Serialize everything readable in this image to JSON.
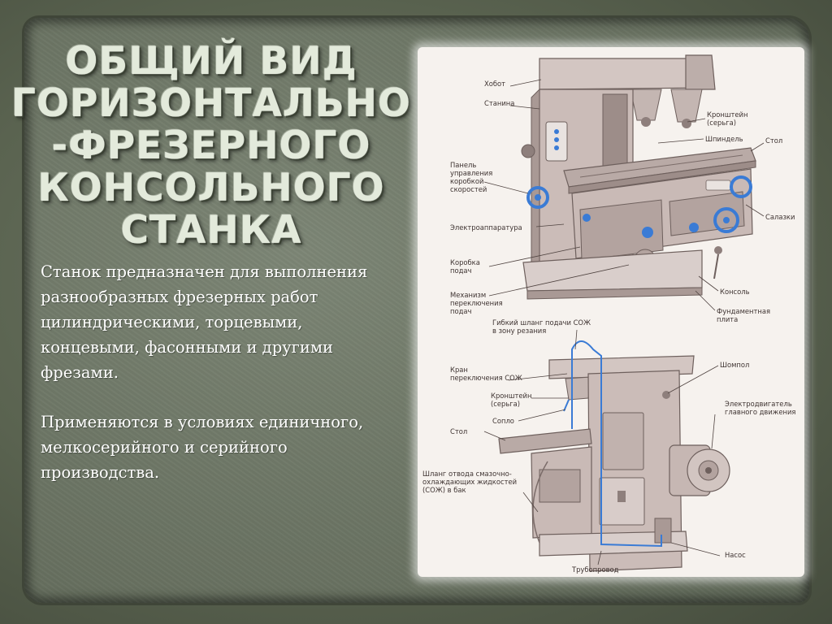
{
  "title": {
    "line1": "ОБЩИЙ ВИД",
    "line2": "ГОРИЗОНТАЛЬНО",
    "line3": "-ФРЕЗЕРНОГО",
    "line4": "КОНСОЛЬНОГО",
    "line5": "СТАНКА"
  },
  "body": {
    "paragraph1": [
      "Станок предназначен для выполнения",
      "разнообразных фрезерных работ",
      "цилиндрическими, торцевыми,",
      "концевыми, фасонными и другими",
      "фрезами."
    ],
    "paragraph2": [
      "Применяются в условиях единичного,",
      "мелкосерийного и серийного",
      "производства."
    ]
  },
  "figure": {
    "top_labels": {
      "hobot": "Хобот",
      "stanina": "Станина",
      "kronshtein1": "Кронштейн",
      "kronshtein2": "(серьга)",
      "shpindel": "Шпиндель",
      "stol": "Стол",
      "panel1": "Панель",
      "panel2": "управления",
      "panel3": "коробкой",
      "panel4": "скоростей",
      "salazki": "Салазки",
      "elektro": "Электроаппаратура",
      "korobka1": "Коробка",
      "korobka2": "подач",
      "konsol": "Консоль",
      "mehanizm1": "Механизм",
      "mehanizm2": "переключения",
      "mehanizm3": "подач",
      "fund1": "Фундаментная",
      "fund2": "плита"
    },
    "bottom_labels": {
      "shlang1": "Гибкий шланг подачи СОЖ",
      "shlang2": "в зону резания",
      "kran1": "Кран",
      "kran2": "переключения СОЖ",
      "shompol": "Шомпол",
      "kronshtein1": "Кронштейн",
      "kronshtein2": "(серьга)",
      "elektrodv1": "Электродвигатель",
      "elektrodv2": "главного движения",
      "soplo": "Сопло",
      "stol": "Стол",
      "otvod1": "Шланг отвода смазочно-",
      "otvod2": "охлаждающих жидкостей",
      "otvod3": "(СОЖ) в бак",
      "nasos": "Насос",
      "truboprovod": "Трубопровод"
    },
    "colors": {
      "machine": "#cbbcb8",
      "machine_dark": "#8e7f7c",
      "accent_blue": "#3a7bd5"
    }
  }
}
